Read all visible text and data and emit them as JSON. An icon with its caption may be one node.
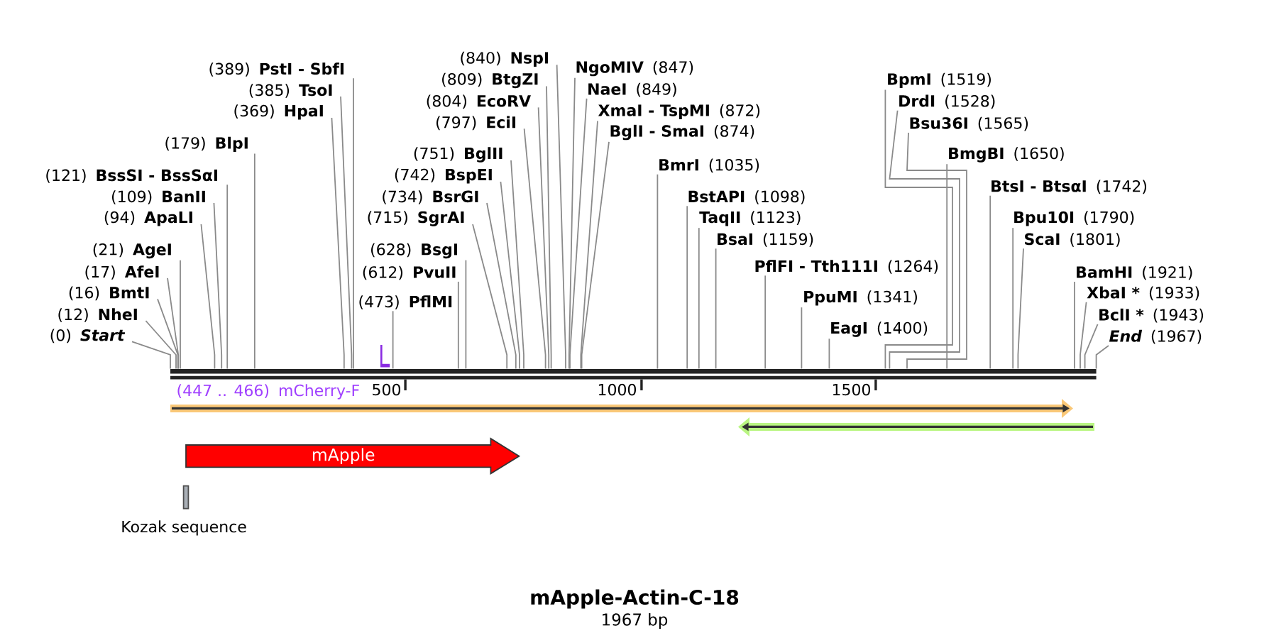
{
  "diagram": {
    "title": "mApple-Actin-C-18",
    "caption": "1967 bp",
    "nodes": [
      {
        "text": [
          "(0)",
          "Start"
        ]
      },
      {
        "text": [
          "(12)",
          "NheI"
        ]
      },
      {
        "text": [
          "(16)",
          "BmtI"
        ]
      },
      {
        "text": [
          "(17)",
          "AfeI"
        ]
      },
      {
        "text": [
          "(21)",
          "AgeI"
        ]
      },
      {
        "text": [
          "(94)",
          "ApaLI"
        ]
      },
      {
        "text": [
          "(109)",
          "BanII"
        ]
      },
      {
        "text": [
          "(121)",
          "BssSI - BssSαI"
        ]
      },
      {
        "text": [
          "(179)",
          "BlpI"
        ]
      },
      {
        "text": [
          "(369)",
          "HpaI"
        ]
      },
      {
        "text": [
          "(385)",
          "TsoI"
        ]
      },
      {
        "text": [
          "(389)",
          "PstI - SbfI"
        ]
      },
      {
        "text": [
          "(473)",
          "PflMI"
        ]
      },
      {
        "text": [
          "(612)",
          "PvuII"
        ]
      },
      {
        "text": [
          "(628)",
          "BsgI"
        ]
      },
      {
        "text": [
          "(715)",
          "SgrAI"
        ]
      },
      {
        "text": [
          "(734)",
          "BsrGI"
        ]
      },
      {
        "text": [
          "(742)",
          "BspEI"
        ]
      },
      {
        "text": [
          "(751)",
          "BglII"
        ]
      },
      {
        "text": [
          "(797)",
          "EciI"
        ]
      },
      {
        "text": [
          "(804)",
          "EcoRV"
        ]
      },
      {
        "text": [
          "(809)",
          "BtgZI"
        ]
      },
      {
        "text": [
          "(840)",
          "NspI"
        ]
      },
      {
        "text": [
          "NgoMIV",
          "(847)"
        ]
      },
      {
        "text": [
          "NaeI",
          "(849)"
        ]
      },
      {
        "text": [
          "XmaI - TspMI",
          "(872)"
        ]
      },
      {
        "text": [
          "BglI - SmaI",
          "(874)"
        ]
      },
      {
        "text": [
          "BmrI",
          "(1035)"
        ]
      },
      {
        "text": [
          "BstAPI",
          "(1098)"
        ]
      },
      {
        "text": [
          "TaqII",
          "(1123)"
        ]
      },
      {
        "text": [
          "BsaI",
          "(1159)"
        ]
      },
      {
        "text": [
          "PflFI - Tth111I",
          "(1264)"
        ]
      },
      {
        "text": [
          "PpuMI",
          "(1341)"
        ]
      },
      {
        "text": [
          "EagI",
          "(1400)"
        ]
      },
      {
        "text": [
          "BpmI",
          "(1519)"
        ]
      },
      {
        "text": [
          "DrdI",
          "(1528)"
        ]
      },
      {
        "text": [
          "Bsu36I",
          "(1565)"
        ]
      },
      {
        "text": [
          "BmgBI",
          "(1650)"
        ]
      },
      {
        "text": [
          "BtsI - BtsαI",
          "(1742)"
        ]
      },
      {
        "text": [
          "Bpu10I",
          "(1790)"
        ]
      },
      {
        "text": [
          "ScaI",
          "(1801)"
        ]
      },
      {
        "text": [
          "BamHI",
          "(1921)"
        ]
      },
      {
        "text": [
          "XbaI *",
          "(1933)"
        ]
      },
      {
        "text": [
          "BclI *",
          "(1943)"
        ]
      },
      {
        "text": [
          "End",
          "(1967)"
        ]
      },
      {
        "text": [
          "(447 .. 466)",
          "mCherry-F"
        ]
      },
      {
        "text": [],
        "shape": "bar"
      },
      {
        "text": [],
        "shape": "arrow"
      },
      {
        "text": [],
        "shape": "arrow"
      },
      {
        "text": [
          "mApple"
        ]
      },
      {
        "text": [],
        "shape": "box",
        "beside": [
          "Kozak sequence"
        ]
      }
    ],
    "edges": [
      {
        "from": 0,
        "to": 46,
        "arrow": "none"
      },
      {
        "from": 1,
        "to": 46,
        "arrow": "none"
      },
      {
        "from": 2,
        "to": 46,
        "arrow": "none"
      },
      {
        "from": 3,
        "to": 46,
        "arrow": "none"
      },
      {
        "from": 4,
        "to": 46,
        "arrow": "none"
      },
      {
        "from": 5,
        "to": 46,
        "arrow": "none"
      },
      {
        "from": 6,
        "to": 46,
        "arrow": "none"
      },
      {
        "from": 7,
        "to": 46,
        "arrow": "none"
      },
      {
        "from": 8,
        "to": 46,
        "arrow": "none"
      },
      {
        "from": 9,
        "to": 46,
        "arrow": "none"
      },
      {
        "from": 10,
        "to": 46,
        "arrow": "none"
      },
      {
        "from": 11,
        "to": 46,
        "arrow": "none"
      },
      {
        "from": 12,
        "to": 46,
        "arrow": "none"
      },
      {
        "from": 13,
        "to": 46,
        "arrow": "none"
      },
      {
        "from": 14,
        "to": 46,
        "arrow": "none"
      },
      {
        "from": 15,
        "to": 46,
        "arrow": "none"
      },
      {
        "from": 16,
        "to": 46,
        "arrow": "none"
      },
      {
        "from": 17,
        "to": 46,
        "arrow": "none"
      },
      {
        "from": 18,
        "to": 46,
        "arrow": "none"
      },
      {
        "from": 19,
        "to": 46,
        "arrow": "none"
      },
      {
        "from": 20,
        "to": 46,
        "arrow": "none"
      },
      {
        "from": 21,
        "to": 46,
        "arrow": "none"
      },
      {
        "from": 22,
        "to": 46,
        "arrow": "none"
      },
      {
        "from": 23,
        "to": 46,
        "arrow": "none"
      },
      {
        "from": 24,
        "to": 46,
        "arrow": "none"
      },
      {
        "from": 25,
        "to": 46,
        "arrow": "none"
      },
      {
        "from": 26,
        "to": 46,
        "arrow": "none"
      },
      {
        "from": 27,
        "to": 46,
        "arrow": "none"
      },
      {
        "from": 28,
        "to": 46,
        "arrow": "none"
      },
      {
        "from": 29,
        "to": 46,
        "arrow": "none"
      },
      {
        "from": 30,
        "to": 46,
        "arrow": "none"
      },
      {
        "from": 31,
        "to": 46,
        "arrow": "none"
      },
      {
        "from": 32,
        "to": 46,
        "arrow": "none"
      },
      {
        "from": 33,
        "to": 46,
        "arrow": "none"
      },
      {
        "from": 34,
        "to": 46,
        "arrow": "none"
      },
      {
        "from": 35,
        "to": 46,
        "arrow": "none"
      },
      {
        "from": 36,
        "to": 46,
        "arrow": "none"
      },
      {
        "from": 37,
        "to": 46,
        "arrow": "none"
      },
      {
        "from": 38,
        "to": 46,
        "arrow": "none"
      },
      {
        "from": 39,
        "to": 46,
        "arrow": "none"
      },
      {
        "from": 40,
        "to": 46,
        "arrow": "none"
      },
      {
        "from": 41,
        "to": 46,
        "arrow": "none"
      },
      {
        "from": 42,
        "to": 46,
        "arrow": "none"
      },
      {
        "from": 43,
        "to": 46,
        "arrow": "none"
      },
      {
        "from": 44,
        "to": 46,
        "arrow": "none"
      }
    ],
    "labels": [
      "500",
      "1000",
      "1500"
    ]
  }
}
